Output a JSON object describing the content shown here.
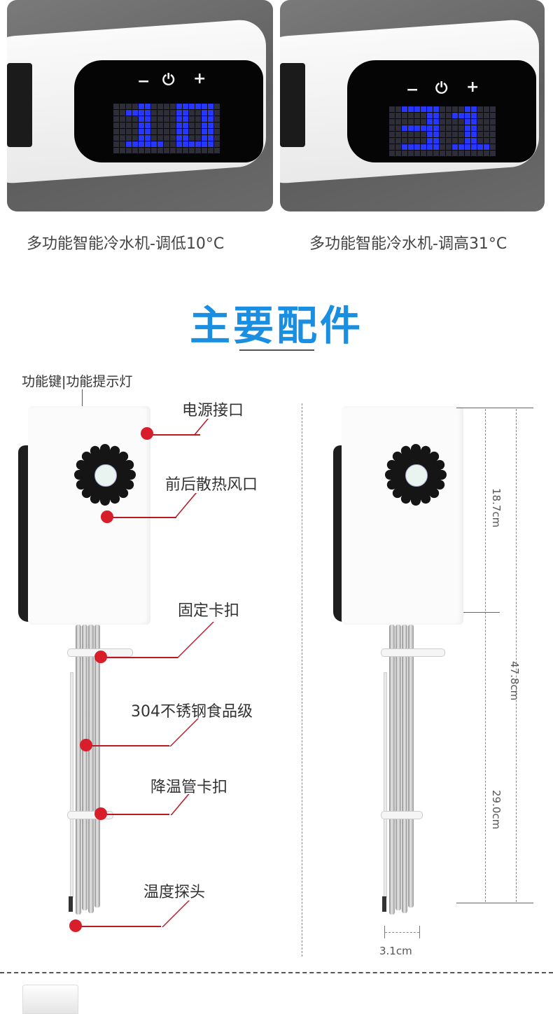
{
  "photos": [
    {
      "caption": "多功能智能冷水机-调低10°C",
      "controls": {
        "minus": "−",
        "power": "⏻",
        "plus": "+"
      },
      "display": "10"
    },
    {
      "caption": "多功能智能冷水机-调高31°C",
      "controls": {
        "minus": "−",
        "power": "⏻",
        "plus": "+"
      },
      "display": "31"
    }
  ],
  "section_title": "主要配件",
  "left_diagram": {
    "top_label": "功能键|功能提示灯",
    "callouts": [
      "电源接口",
      "前后散热风口",
      "固定卡扣",
      "304不锈钢食品级",
      "降温管卡扣",
      "温度探头"
    ]
  },
  "right_diagram": {
    "dimensions": {
      "body_height": "18.7cm",
      "total_height": "47.8cm",
      "pipe_length": "29.0cm",
      "width": "3.1cm"
    }
  },
  "colors": {
    "accent": "#1a8ee0",
    "marker": "#d81e2a",
    "led": "#2637ff"
  }
}
